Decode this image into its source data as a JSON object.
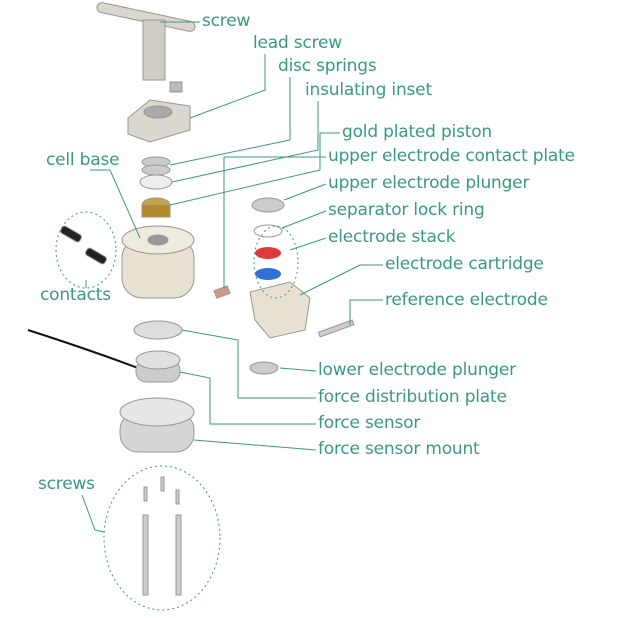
{
  "labels": {
    "screw": "screw",
    "lead_screw": "lead screw",
    "disc_springs": "disc springs",
    "insulating_inset": "insulating inset",
    "gold_plated_piston": "gold plated piston",
    "upper_electrode_contact_plate": "upper electrode contact plate",
    "upper_electrode_plunger": "upper electrode plunger",
    "separator_lock_ring": "separator lock ring",
    "electrode_stack": "electrode stack",
    "electrode_cartridge": "electrode cartridge",
    "reference_electrode": "reference electrode",
    "cell_base": "cell base",
    "contacts": "contacts",
    "lower_electrode_plunger": "lower electrode plunger",
    "force_distribution_plate": "force distribution plate",
    "force_sensor": "force sensor",
    "force_sensor_mount": "force sensor mount",
    "screws": "screws"
  },
  "colors": {
    "label": "#3a9a7e",
    "part": "#d9d7d0",
    "gold": "#c9a23a",
    "red": "#e03b3b",
    "blue": "#2f6fd6"
  }
}
